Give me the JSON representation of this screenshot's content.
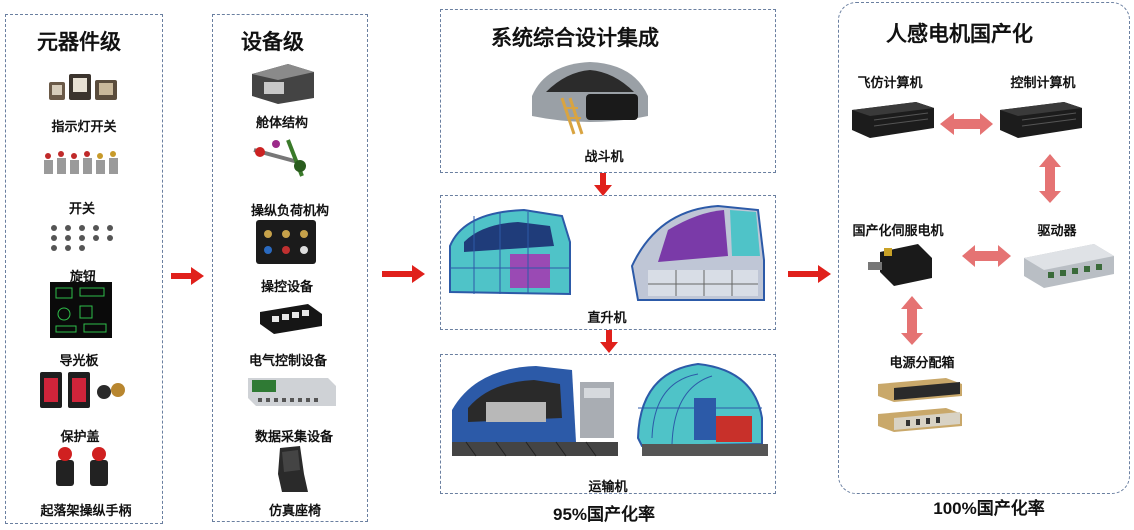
{
  "columns": {
    "component": {
      "title": "元器件级",
      "items": [
        "指示灯开关",
        "开关",
        "旋钮",
        "导光板",
        "保护盖",
        "起落架操纵手柄"
      ]
    },
    "equipment": {
      "title": "设备级",
      "items": [
        "舱体结构",
        "操纵负荷机构",
        "操控设备",
        "电气控制设备",
        "数据采集设备",
        "仿真座椅"
      ]
    },
    "system": {
      "title": "系统综合设计集成",
      "fighter": "战斗机",
      "helicopter": "直升机",
      "transport": "运输机",
      "rate": "95%国产化率"
    },
    "motor": {
      "title": "人感电机国产化",
      "flight_computer": "飞仿计算机",
      "control_computer": "控制计算机",
      "servo_motor": "国产化伺服电机",
      "driver": "驱动器",
      "power_box": "电源分配箱",
      "rate": "100%国产化率"
    }
  },
  "colors": {
    "arrow": "#e0201b",
    "border": "#6a7fa0",
    "cabin_teal": "#4fc3c8",
    "cabin_blue": "#2c5aa8"
  }
}
